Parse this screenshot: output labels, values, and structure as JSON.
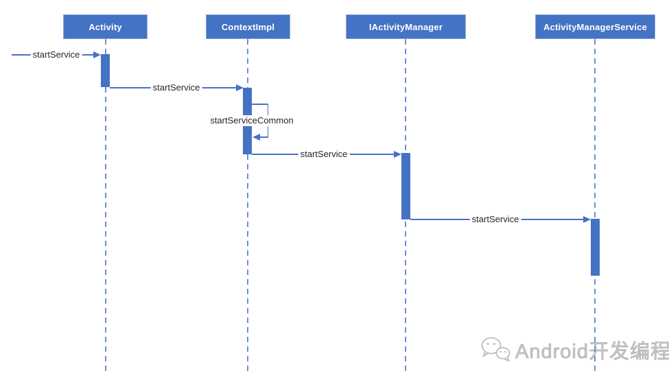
{
  "diagram": {
    "type": "uml-sequence",
    "topic": "Android startService call flow"
  },
  "colors": {
    "accent": "#4472c4",
    "lifeline": "#6d8fd4",
    "header_text": "#ffffff",
    "label_text": "#262626",
    "watermark": "#c6c6c6"
  },
  "lifelines": [
    {
      "name": "Activity"
    },
    {
      "name": "ContextImpl"
    },
    {
      "name": "IActivityManager"
    },
    {
      "name": "ActivityManagerService"
    }
  ],
  "messages": [
    {
      "label": "startService",
      "from": "external",
      "to": "Activity"
    },
    {
      "label": "startService",
      "from": "Activity",
      "to": "ContextImpl"
    },
    {
      "label": "startServiceCommon",
      "from": "ContextImpl",
      "to": "ContextImpl",
      "self_call": true
    },
    {
      "label": "startService",
      "from": "ContextImpl",
      "to": "IActivityManager"
    },
    {
      "label": "startService",
      "from": "IActivityManager",
      "to": "ActivityManagerService"
    }
  ],
  "watermark": {
    "text": "Android开发编程",
    "icon": "wechat-icon"
  }
}
